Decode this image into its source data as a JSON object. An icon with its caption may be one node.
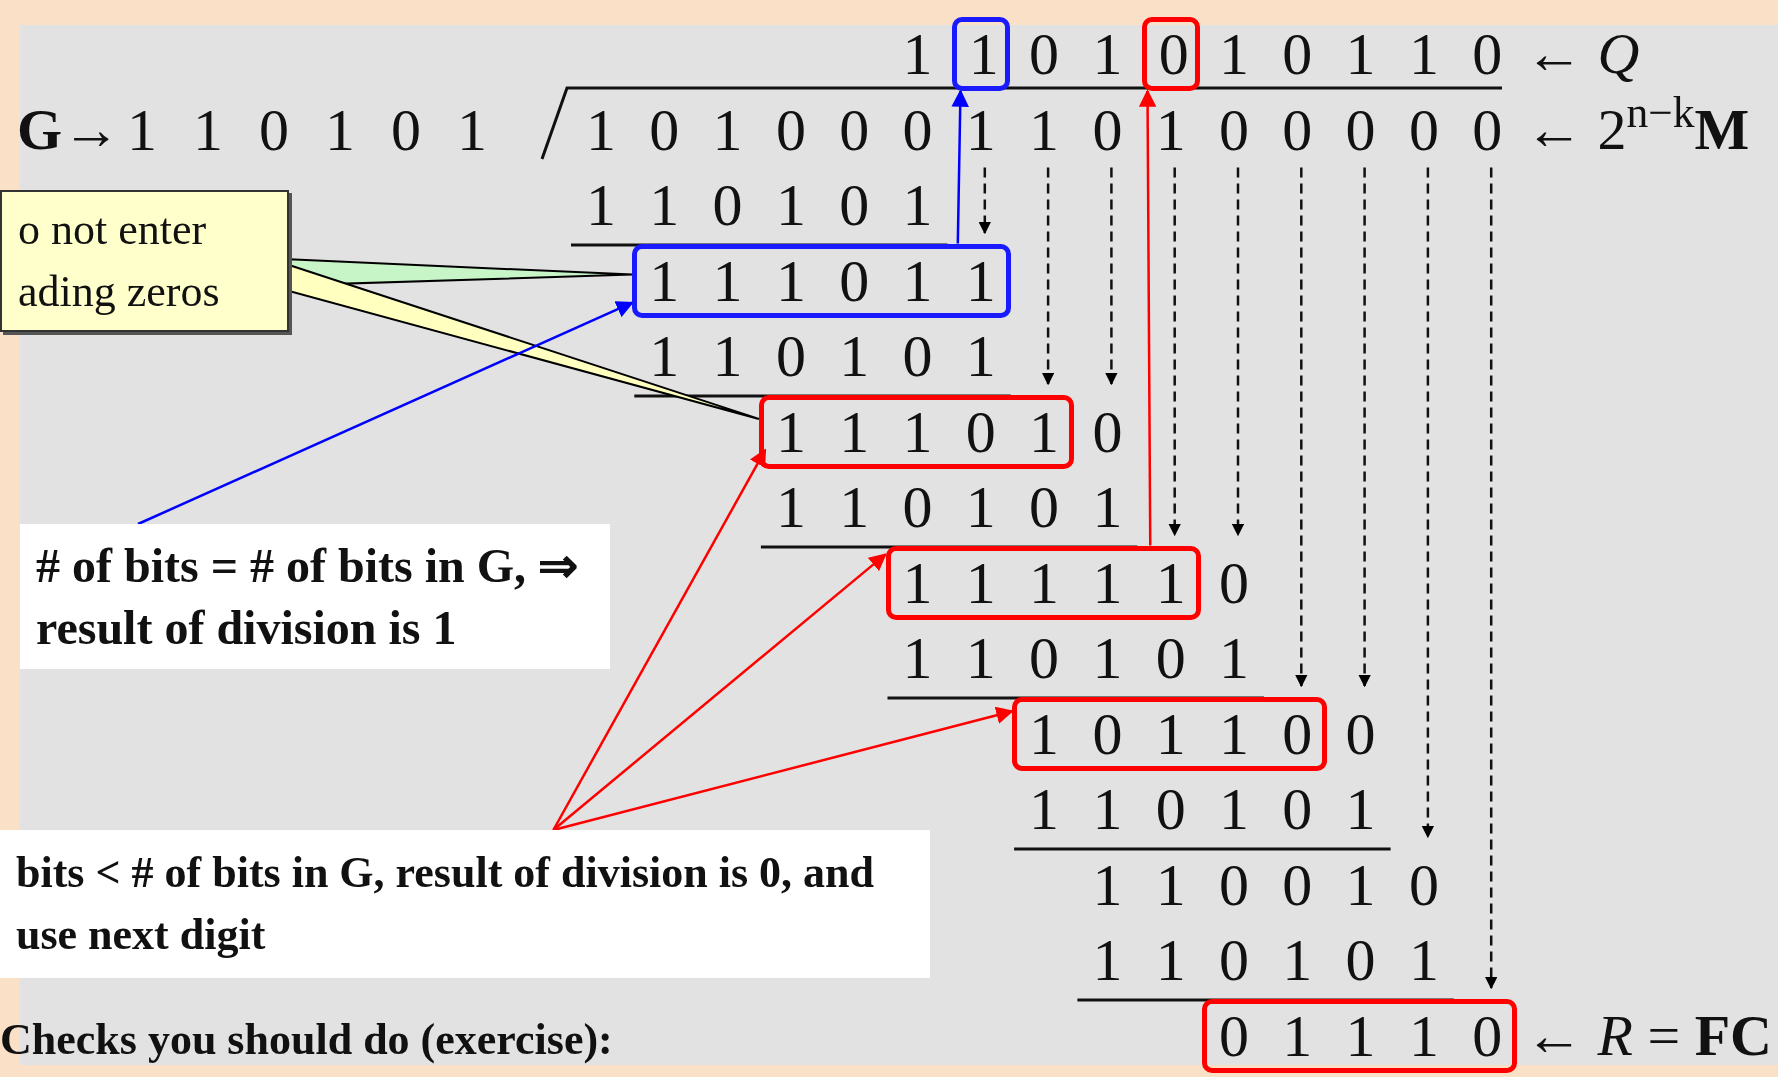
{
  "diagram": {
    "nodes": [
      {
        "text": [
          "1"
        ]
      },
      {
        "text": [
          "0"
        ]
      },
      {
        "text": [
          "o not enter ading zeros"
        ]
      },
      {
        "text": [
          "1 1 1 0 1 1"
        ]
      },
      {
        "text": [
          "1 1 1 0 1"
        ]
      },
      {
        "text": [
          "# of bits = # of bits in G, ⇒ result of division is 1"
        ]
      },
      {
        "text": [
          "1 1 1 1 1"
        ]
      },
      {
        "text": [
          "1 0 1 1 0"
        ]
      },
      {
        "text": [
          "bits < # of bits in G, result of division is 0, and use next digit"
        ]
      },
      {
        "text": [
          "0 1 1 1 0"
        ]
      }
    ],
    "edges": [
      {
        "from": 3,
        "to": 0,
        "arrow": "to",
        "color": "#0000ff"
      },
      {
        "from": 6,
        "to": 1,
        "arrow": "to",
        "color": "#ff0000"
      },
      {
        "from": 2,
        "to": 3,
        "arrow": "none"
      },
      {
        "from": 2,
        "to": 4,
        "arrow": "none"
      },
      {
        "from": 5,
        "to": 3,
        "arrow": "to",
        "color": "#0000ff"
      },
      {
        "from": 8,
        "to": 4,
        "arrow": "to",
        "color": "#ff0000"
      },
      {
        "from": 8,
        "to": 6,
        "arrow": "to",
        "color": "#ff0000"
      },
      {
        "from": 8,
        "to": 7,
        "arrow": "to",
        "color": "#ff0000"
      }
    ],
    "labels": [
      "1",
      "0 1",
      "1 0 1 1 0",
      "← *Q*",
      "**G**→",
      "1 1 0 1 0 1",
      "1 0 1 0 0 0 1 1 0 1 0 0 0 0 0",
      "← 2$^{n−k}$**M**",
      "1 1 0 1 0 1",
      "1 1 0 1 0 1",
      "0",
      "1 1 0 1 0 1",
      "0",
      "1 1 0 1 0 1",
      "0",
      "1 1 0 1 0 1",
      "1 1 0 0 1 0",
      "1 1 0 1 0 1",
      "Checks you should do (exercise):",
      "← *R* = **FC**"
    ]
  }
}
